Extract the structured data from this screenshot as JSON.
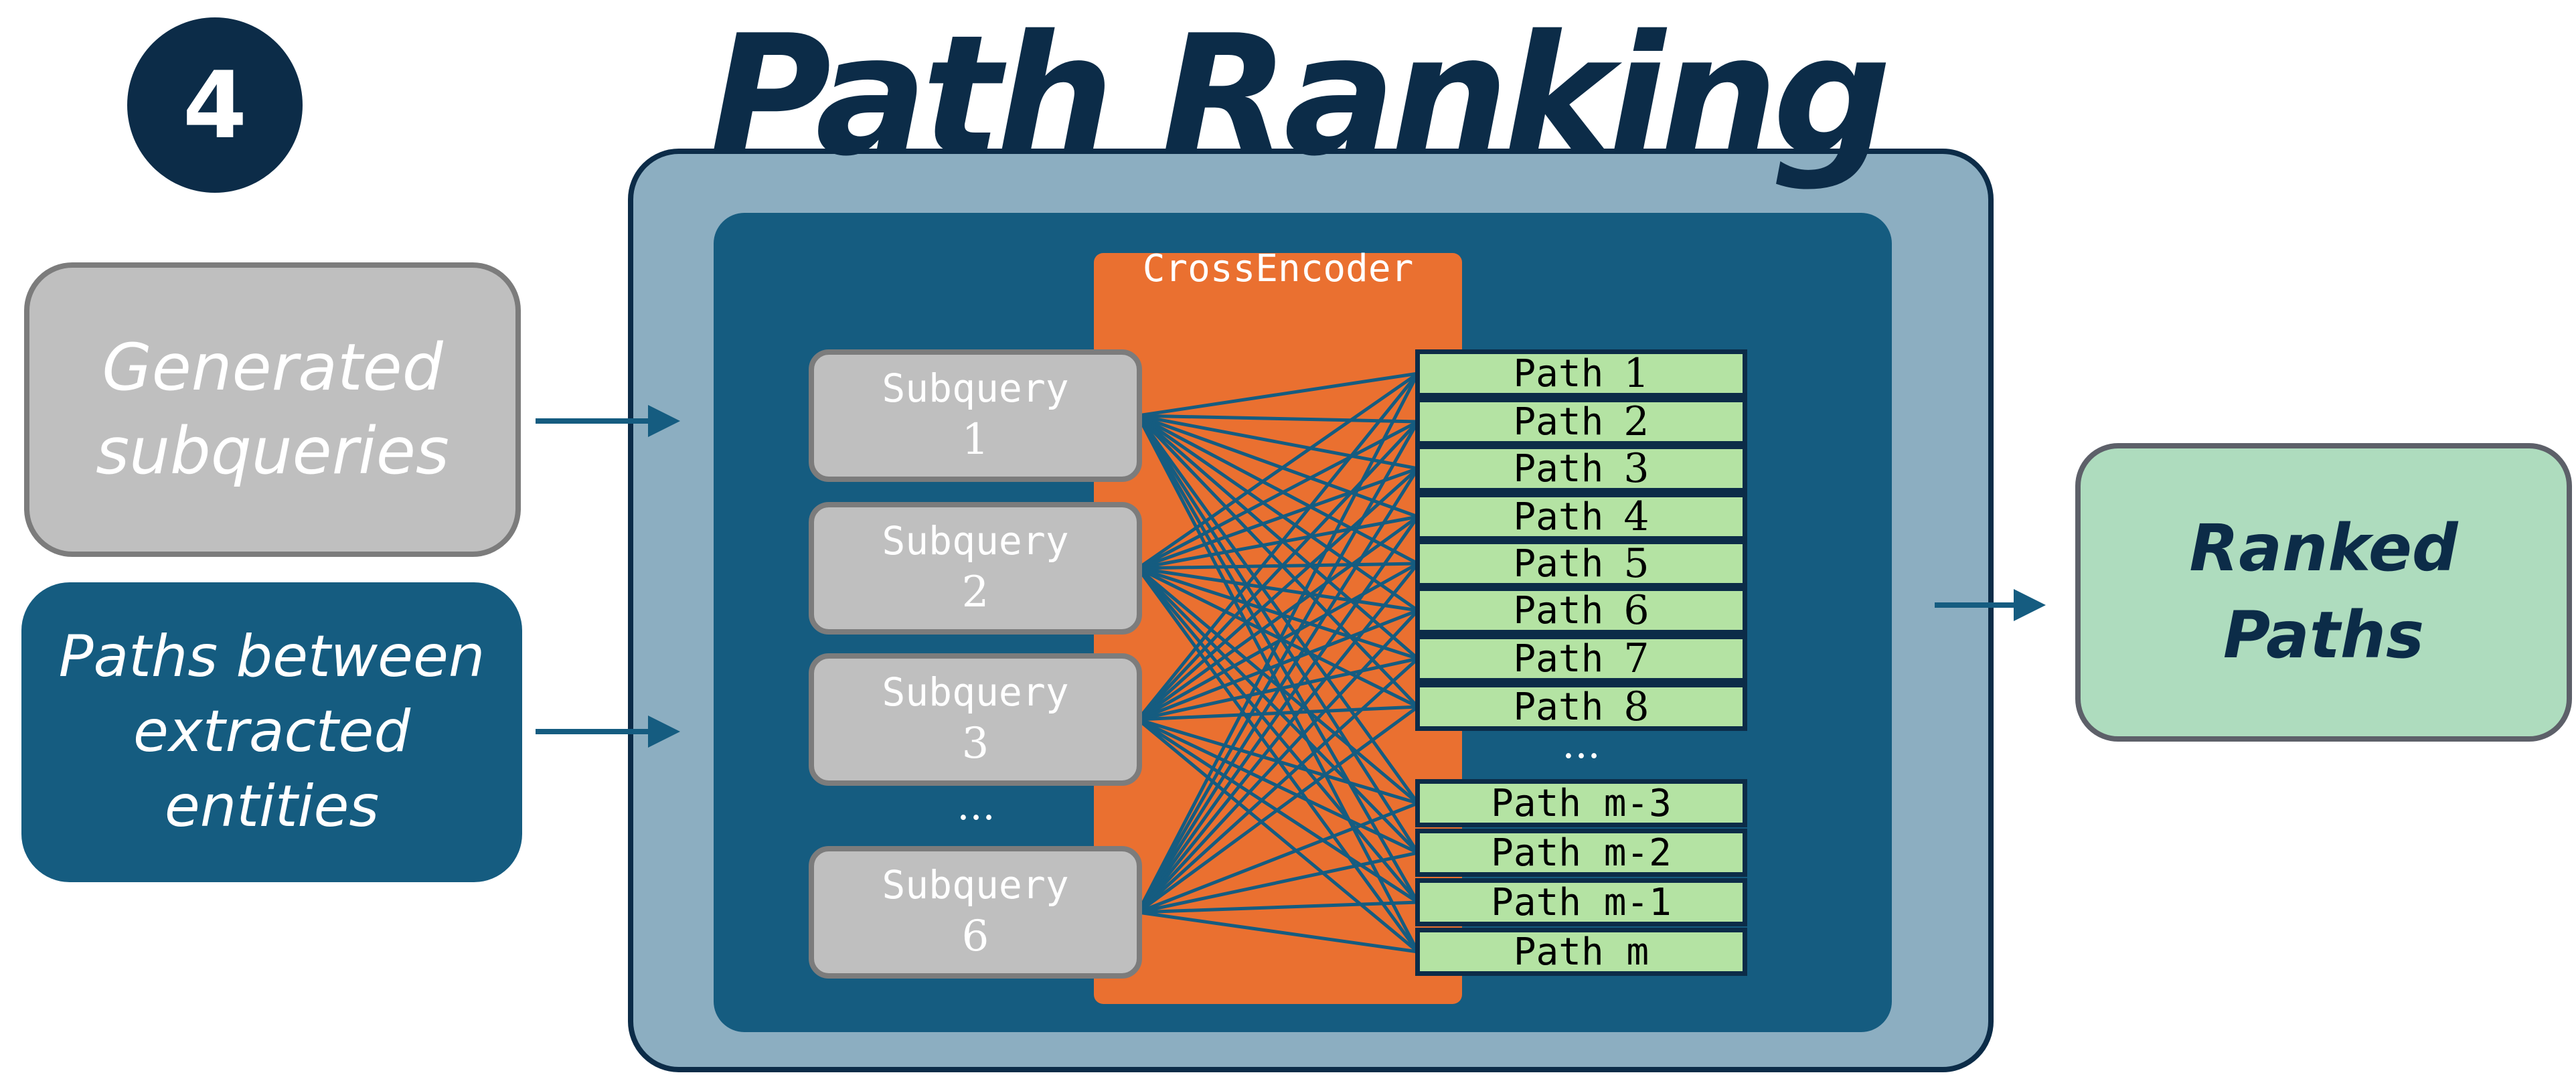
{
  "step_number": "4",
  "title": "Path Ranking",
  "inputs": {
    "generated_subqueries": "Generated subqueries",
    "paths_between_entities": "Paths between extracted entities"
  },
  "encoder_label": "CrossEncoder",
  "subqueries": [
    {
      "label": "Subquery",
      "number": "1"
    },
    {
      "label": "Subquery",
      "number": "2"
    },
    {
      "label": "Subquery",
      "number": "3"
    },
    {
      "label": "Subquery",
      "number": "6"
    }
  ],
  "subquery_ellipsis": "...",
  "paths_top": [
    {
      "label": "Path",
      "number": "1"
    },
    {
      "label": "Path",
      "number": "2"
    },
    {
      "label": "Path",
      "number": "3"
    },
    {
      "label": "Path",
      "number": "4"
    },
    {
      "label": "Path",
      "number": "5"
    },
    {
      "label": "Path",
      "number": "6"
    },
    {
      "label": "Path",
      "number": "7"
    },
    {
      "label": "Path",
      "number": "8"
    }
  ],
  "path_ellipsis": "...",
  "paths_bottom": [
    {
      "label": "Path m-3"
    },
    {
      "label": "Path m-2"
    },
    {
      "label": "Path m-1"
    },
    {
      "label": "Path m"
    }
  ],
  "output": "Ranked Paths",
  "colors": {
    "navy": "#0c2c48",
    "teal": "#155c80",
    "frame": "#8caec1",
    "encoder": "#ea7030",
    "path_fill": "#b4e3a3",
    "output_fill": "#aedcbe",
    "grey_box": "#bfbfbf"
  }
}
